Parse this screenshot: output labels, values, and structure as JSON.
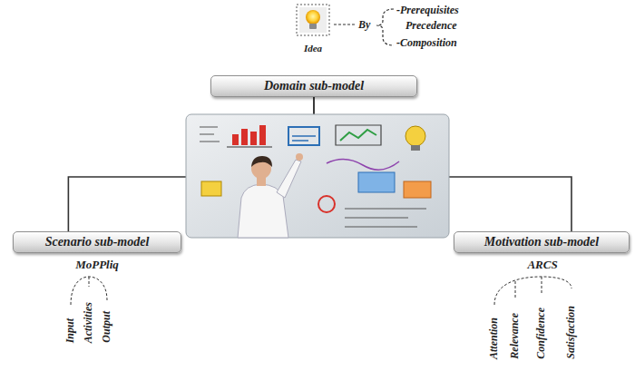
{
  "diagram": {
    "nodes": [
      {
        "text": [
          "Idea"
        ]
      },
      {
        "text": [
          "Domain sub-model"
        ]
      },
      {
        "text": [
          "Scenario sub-model"
        ]
      },
      {
        "text": [
          "Motivation sub-model"
        ]
      }
    ],
    "edges": [
      {
        "from": 1,
        "to": 2,
        "arrow": "none"
      },
      {
        "from": 1,
        "to": 3,
        "arrow": "none"
      }
    ],
    "labels": [
      "By",
      "-Prerequisites",
      "Precedence",
      "-Composition",
      "MoPPliq",
      "Input",
      "Activities",
      "Output",
      "ARCS",
      "Attention",
      "Relevance",
      "Confidence",
      "Satisfaction"
    ]
  }
}
